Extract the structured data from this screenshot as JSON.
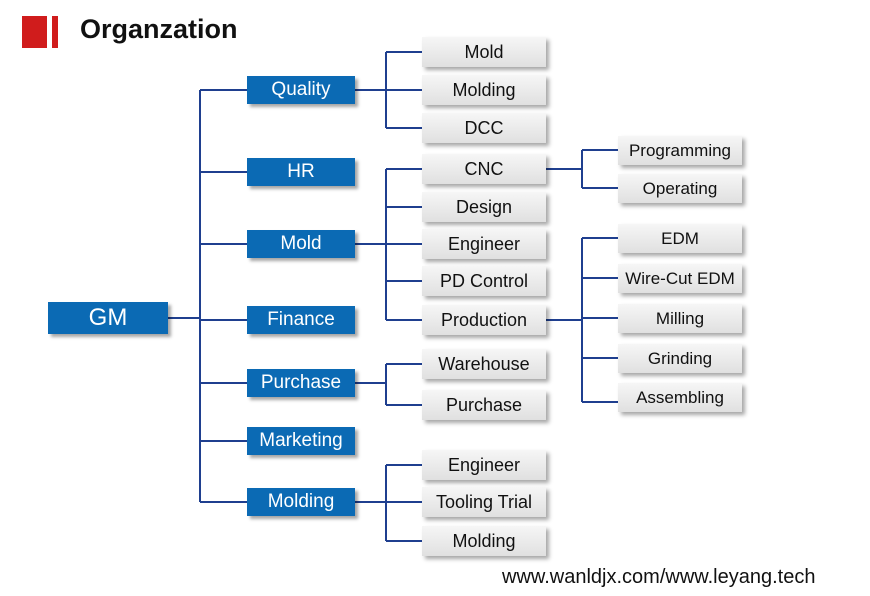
{
  "title": "Organzation",
  "root": "GM",
  "departments": {
    "quality": "Quality",
    "hr": "HR",
    "mold": "Mold",
    "finance": "Finance",
    "purchase": "Purchase",
    "marketing": "Marketing",
    "molding": "Molding"
  },
  "quality_children": [
    "Mold",
    "Molding",
    "DCC"
  ],
  "mold_children": [
    "CNC",
    "Design",
    "Engineer",
    "PD Control",
    "Production"
  ],
  "cnc_children": [
    "Programming",
    "Operating"
  ],
  "production_children": [
    "EDM",
    "Wire-Cut EDM",
    "Milling",
    "Grinding",
    "Assembling"
  ],
  "purchase_children": [
    "Warehouse",
    "Purchase"
  ],
  "molding_children": [
    "Engineer",
    "Tooling Trial",
    "Molding"
  ],
  "footer": "www.wanldjx.com/www.leyang.tech",
  "colors": {
    "accent_red": "#d01c1c",
    "node_blue": "#0b6ab4",
    "connector": "#1f3f8f"
  }
}
